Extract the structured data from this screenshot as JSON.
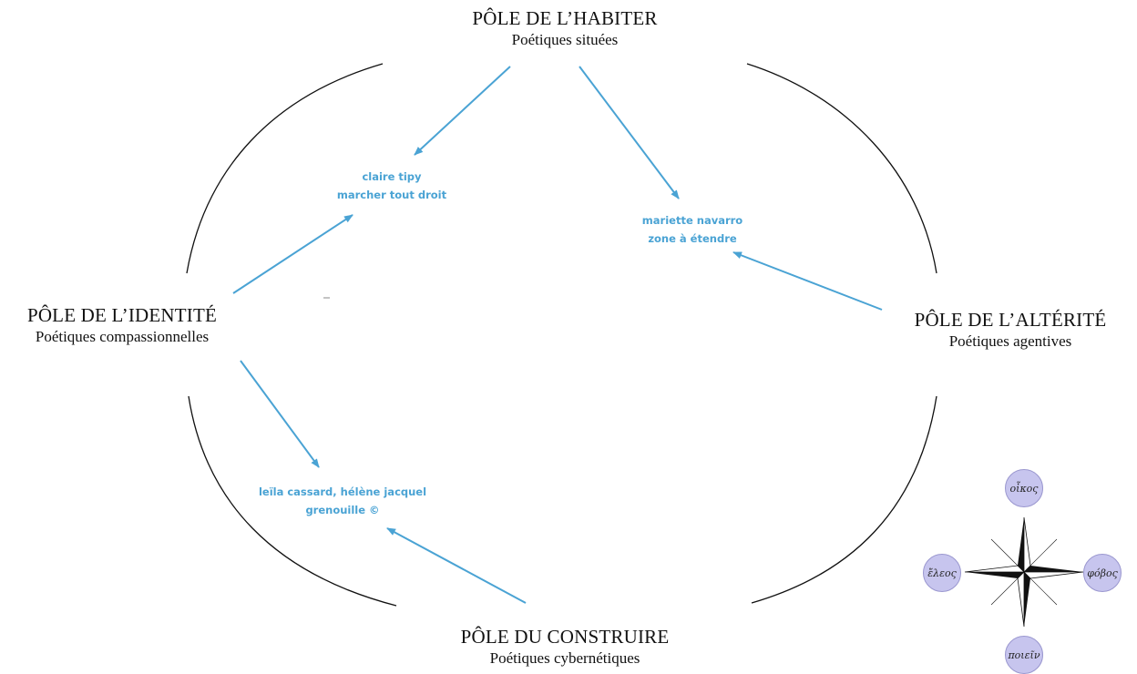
{
  "poles": {
    "top": {
      "title": "PÔLE DE L’HABITER",
      "subtitle": "Poétiques situées"
    },
    "left": {
      "title": "PÔLE DE L’IDENTITÉ",
      "subtitle": "Poétiques compassionnelles"
    },
    "right": {
      "title": "PÔLE DE L’ALTÉRITÉ",
      "subtitle": "Poétiques agentives"
    },
    "bottom": {
      "title": "PÔLE DU CONSTRUIRE",
      "subtitle": "Poétiques cybernétiques"
    }
  },
  "works": {
    "tipy": {
      "line1": "claire tipy",
      "line2": "marcher tout droit"
    },
    "navarro": {
      "line1": "mariette navarro",
      "line2": "zone à étendre"
    },
    "cassard": {
      "line1": "leïla cassard, hélène jacquel",
      "line2": "grenouille ©"
    }
  },
  "compass": {
    "north": "οἶκος",
    "west": "ἔλεος",
    "east": "φόβος",
    "south": "ποιεῖν"
  },
  "colors": {
    "arrow": "#4aa3d4",
    "work_text": "#4aa3d4",
    "bubble_fill": "#c7c5ee",
    "ellipse": "#111111"
  }
}
